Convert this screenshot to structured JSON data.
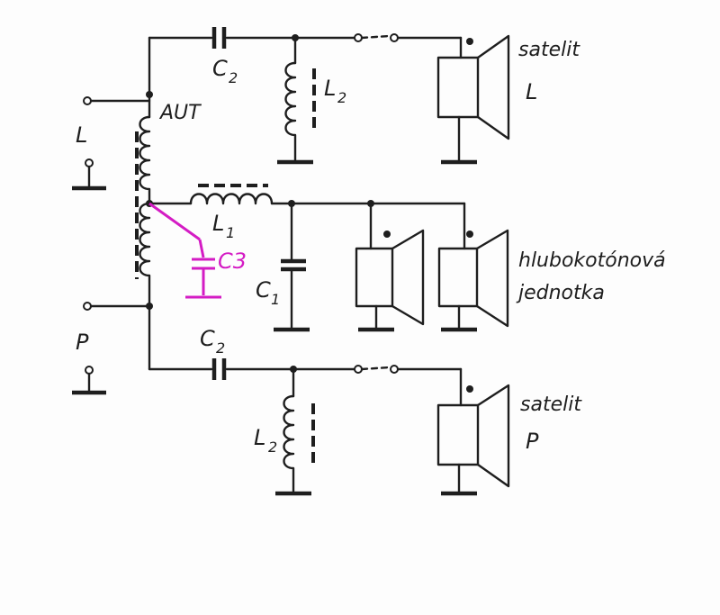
{
  "labels": {
    "input_left": "L",
    "input_right": "P",
    "autotransformer": "AUT",
    "c2_top": "C",
    "c2_top_sub": "2",
    "c2_bottom": "C",
    "c2_bottom_sub": "2",
    "l2_top": "L",
    "l2_top_sub": "2",
    "l2_bottom": "L",
    "l2_bottom_sub": "2",
    "l1": "L",
    "l1_sub": "1",
    "c1": "C",
    "c1_sub": "1",
    "c3_added": "C3",
    "satellite_left_line1": "satelit",
    "satellite_left_line2": "L",
    "subwoofer_line1": "hlubokotónová",
    "subwoofer_line2": "jednotka",
    "satellite_right_line1": "satelit",
    "satellite_right_line2": "P"
  },
  "colors": {
    "ink": "#1e1e1e",
    "annotation": "#d41cc4",
    "paper": "#fdfdfd"
  }
}
